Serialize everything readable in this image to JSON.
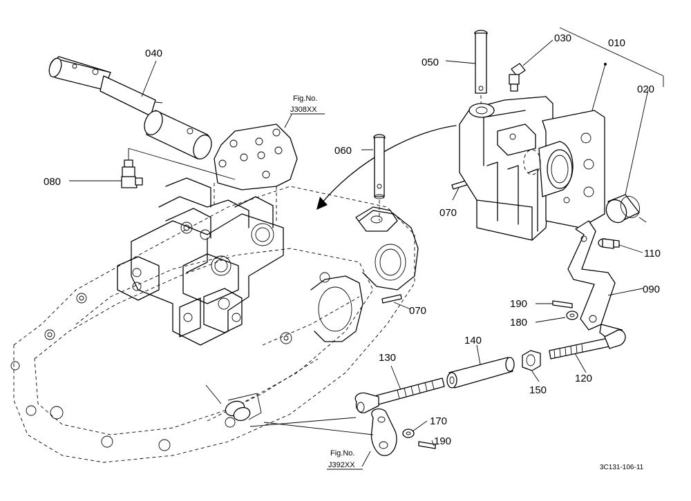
{
  "labels": {
    "p010": "010",
    "p020": "020",
    "p030": "030",
    "p040": "040",
    "p050": "050",
    "p060": "060",
    "p070a": "070",
    "p070b": "070",
    "p080": "080",
    "p090": "090",
    "p110": "110",
    "p120": "120",
    "p130": "130",
    "p140": "140",
    "p150": "150",
    "p170": "170",
    "p180": "180",
    "p190a": "190",
    "p190b": "190"
  },
  "references": {
    "fig1_title": "Fig.No.",
    "fig1_code": "J308XX",
    "fig2_title": "Fig.No.",
    "fig2_code": "J392XX"
  },
  "drawing_code": "3C131-106-11"
}
